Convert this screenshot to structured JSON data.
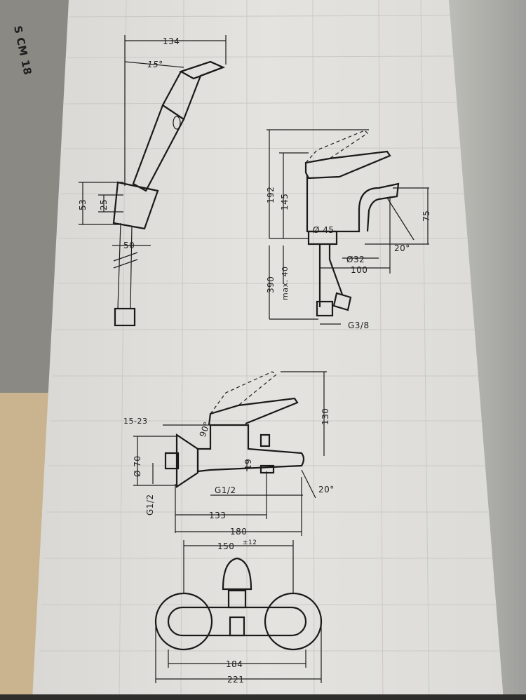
{
  "box_side_text": "S CM 18",
  "hand_shower": {
    "width": "134",
    "angle": "15°",
    "height_outer": "53",
    "height_inner": "25",
    "holder_width": "50"
  },
  "basin_mixer": {
    "height_total": "192",
    "height_spout": "145",
    "spout_height": "75",
    "angle": "20°",
    "diameter_body": "Ø 45",
    "diameter_hole": "Ø32",
    "projection": "100",
    "hose_length": "390",
    "max_thickness": "max. 40",
    "thread": "G3/8"
  },
  "bath_mixer": {
    "wall_offset": "15-23",
    "angle_lever": "90°",
    "height": "130",
    "rosette_diameter": "Ø 70",
    "spout_height": "19",
    "inlet_thread_a": "G1/2",
    "inlet_thread_b": "G1/2",
    "angle_spout": "20°",
    "depth_short": "133",
    "depth_total": "180"
  },
  "front_view": {
    "centers": "150",
    "tolerance": "±12",
    "width_inner": "184",
    "width_outer": "221"
  }
}
